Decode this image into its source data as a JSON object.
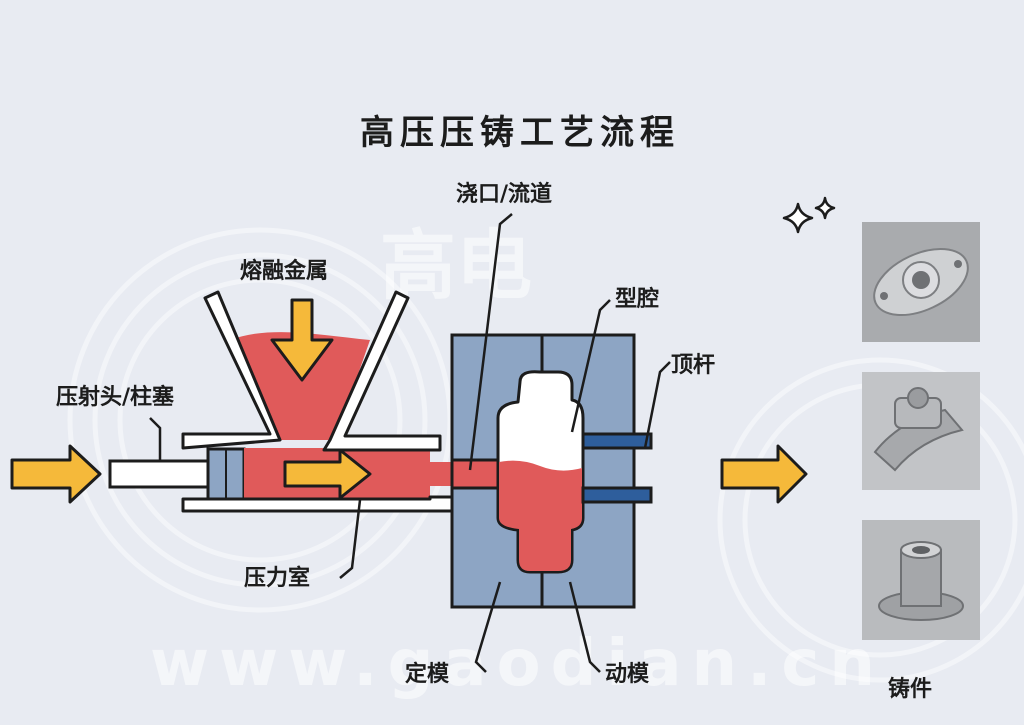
{
  "title": "高压压铸工艺流程",
  "watermark": {
    "cn": "高电",
    "url": "www.gaodian.cn"
  },
  "labels": {
    "molten_metal": "熔融金属",
    "sprue_runner": "浇口/流道",
    "cavity": "型腔",
    "ejector_pin": "顶杆",
    "plunger": "压射头/柱塞",
    "shot_chamber": "压力室",
    "fixed_die": "定模",
    "moving_die": "动模",
    "castings": "铸件"
  },
  "colors": {
    "background": "#e8ebf2",
    "molten": "#e05a5a",
    "die": "#8da5c4",
    "arrow": "#f5b93a",
    "outline": "#1c1c1c",
    "ejector": "#2e5e9c"
  },
  "icons": [
    "sparkle-icon",
    "arrow-right-icon",
    "arrow-down-icon"
  ]
}
